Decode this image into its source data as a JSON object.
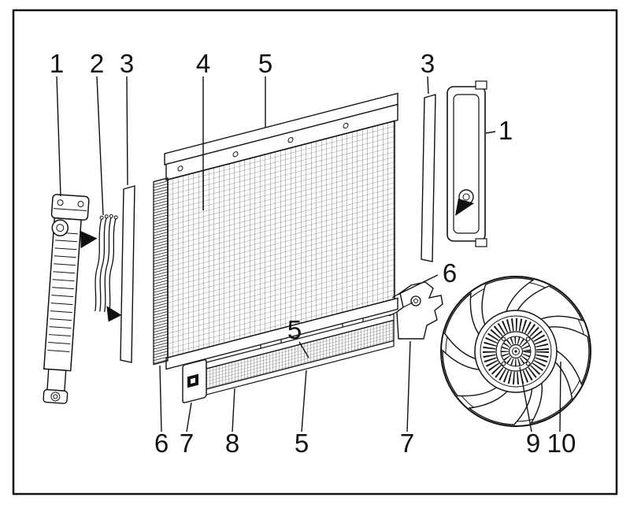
{
  "figure": {
    "type": "exploded-parts-line-drawing",
    "colors": {
      "ink": "#111111",
      "paper": "#ffffff",
      "mesh_line": "#3a3a3a"
    }
  },
  "callouts": [
    {
      "id": "callout-1-left",
      "text": "1"
    },
    {
      "id": "callout-2-top",
      "text": "2"
    },
    {
      "id": "callout-3-left",
      "text": "3"
    },
    {
      "id": "callout-4-core",
      "text": "4"
    },
    {
      "id": "callout-5-top",
      "text": "5"
    },
    {
      "id": "callout-3-right",
      "text": "3"
    },
    {
      "id": "callout-1-right",
      "text": "1"
    },
    {
      "id": "callout-6-right",
      "text": "6"
    },
    {
      "id": "callout-5-middle",
      "text": "5"
    },
    {
      "id": "callout-6-bottom",
      "text": "6"
    },
    {
      "id": "callout-7-bottom-left",
      "text": "7"
    },
    {
      "id": "callout-8-bottom",
      "text": "8"
    },
    {
      "id": "callout-5-bottom",
      "text": "5"
    },
    {
      "id": "callout-7-bottom-right",
      "text": "7"
    },
    {
      "id": "callout-9-bottom",
      "text": "9"
    },
    {
      "id": "callout-10-bottom",
      "text": "10"
    }
  ]
}
